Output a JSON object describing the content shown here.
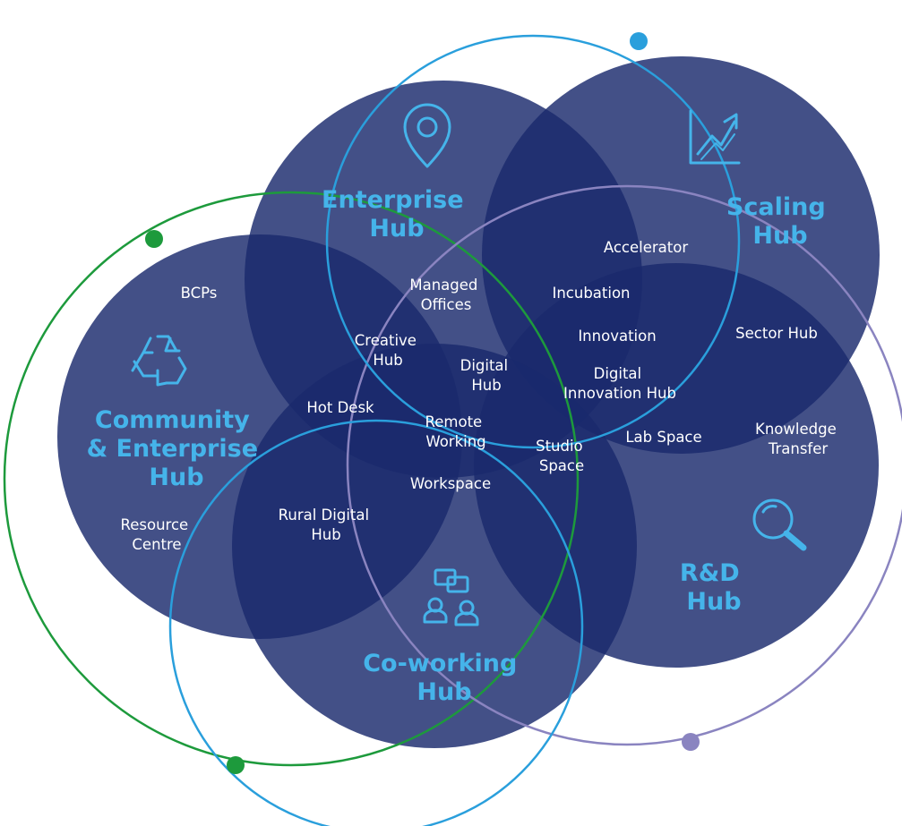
{
  "hubs": {
    "enterprise": {
      "title_line1": "Enterprise",
      "title_line2": "Hub",
      "icon": "location-pin-icon"
    },
    "scaling": {
      "title_line1": "Scaling",
      "title_line2": "Hub",
      "icon": "growth-chart-icon"
    },
    "community": {
      "title_line1": "Community",
      "title_line2": "& Enterprise",
      "title_line3": "Hub",
      "icon": "recycle-icon"
    },
    "rnd": {
      "title_line1": "R&D",
      "title_line2": "Hub",
      "icon": "magnifier-icon"
    },
    "coworking": {
      "title_line1": "Co-working",
      "title_line2": "Hub",
      "icon": "people-chat-icon"
    }
  },
  "labels": {
    "bcps": "BCPs",
    "managed_offices": [
      "Managed",
      "Offices"
    ],
    "accelerator": "Accelerator",
    "incubation": "Incubation",
    "innovation": "Innovation",
    "sector_hub": "Sector Hub",
    "creative_hub": [
      "Creative",
      "Hub"
    ],
    "digital_hub": [
      "Digital",
      "Hub"
    ],
    "digital_innovation_hub": [
      "Digital",
      "Innovation Hub"
    ],
    "hot_desk": "Hot Desk",
    "remote_working": [
      "Remote",
      "Working"
    ],
    "studio_space": [
      "Studio",
      "Space"
    ],
    "lab_space": "Lab Space",
    "knowledge_transfer": [
      "Knowledge",
      "Transfer"
    ],
    "workspace": "Workspace",
    "rural_digital_hub": [
      "Rural Digital",
      "Hub"
    ],
    "resource_centre": [
      "Resource",
      "Centre"
    ]
  },
  "colors": {
    "circle_fill": "#1a2a6c",
    "title_blue": "#45b4ea",
    "ring_blue": "#2a9fdc",
    "ring_green": "#1d9a3c",
    "ring_purple": "#8a84c0",
    "label_white": "#ffffff"
  }
}
